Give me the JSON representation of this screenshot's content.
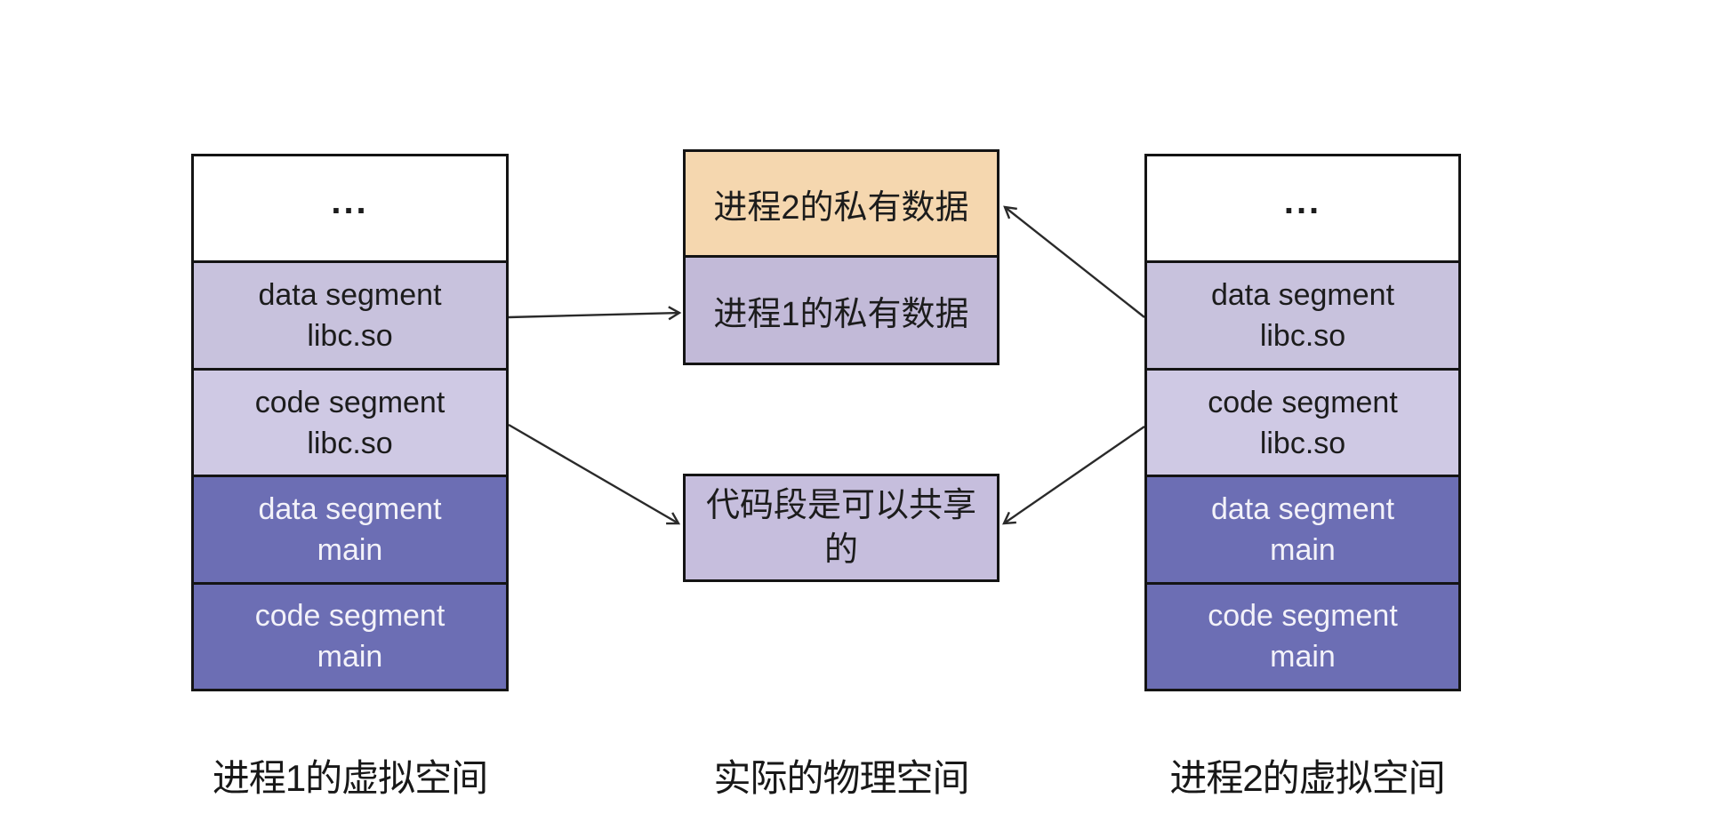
{
  "process1": {
    "caption": "进程1的虚拟空间",
    "segments": [
      {
        "text": "..."
      },
      {
        "text": "data segment\nlibc.so"
      },
      {
        "text": "code segment\nlibc.so"
      },
      {
        "text": "data segment\nmain"
      },
      {
        "text": "code segment\nmain"
      }
    ]
  },
  "process2": {
    "caption": "进程2的虚拟空间",
    "segments": [
      {
        "text": "..."
      },
      {
        "text": "data segment\nlibc.so"
      },
      {
        "text": "code segment\nlibc.so"
      },
      {
        "text": "data segment\nmain"
      },
      {
        "text": "code segment\nmain"
      }
    ]
  },
  "physical": {
    "caption": "实际的物理空间",
    "boxes": [
      {
        "text": "进程2的私有数据"
      },
      {
        "text": "进程1的私有数据"
      },
      {
        "text": "代码段是可以共享的"
      }
    ]
  },
  "colors": {
    "background": "#ffffff",
    "border": "#141414",
    "libc_data_fill": "#c8c2dd",
    "libc_code_fill": "#cfc9e4",
    "main_fill": "#6c6eb4",
    "main_text": "#f3f2f9",
    "private_data_p2_fill": "#f5d7af",
    "private_data_p1_fill": "#c2bad8",
    "shared_code_fill": "#c6bedd",
    "text": "#1c1c1c"
  }
}
